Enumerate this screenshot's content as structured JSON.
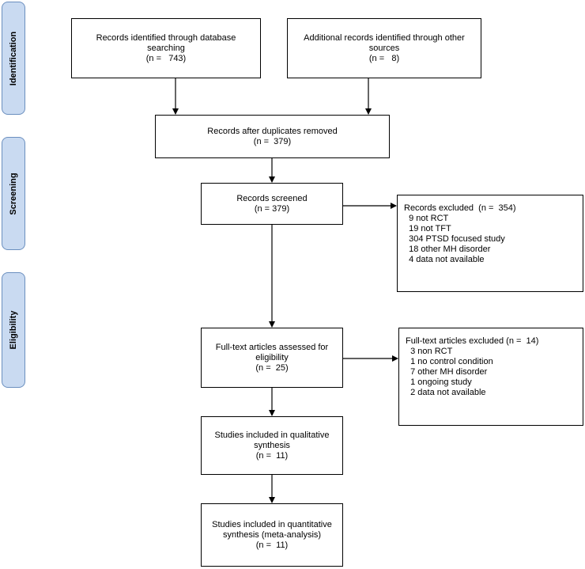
{
  "stages": {
    "identification": "Identification",
    "screening": "Screening",
    "eligibility": "Eligibility"
  },
  "boxes": {
    "db_search": [
      "Records identified through database",
      "searching",
      "(n =   743)"
    ],
    "other_sources": [
      "Additional records identified through other",
      "sources",
      "(n =   8)"
    ],
    "after_duplicates": [
      "Records after duplicates removed",
      "(n =  379)"
    ],
    "screened": [
      "Records screened",
      "(n = 379)"
    ],
    "records_excluded": [
      "Records excluded  (n =  354)",
      "  9 not RCT",
      "  19 not TFT",
      "  304 PTSD focused study",
      "  18 other MH disorder",
      "  4 data not available"
    ],
    "fulltext_assessed": [
      "Full-text articles assessed for",
      "eligibility",
      "(n =  25)"
    ],
    "fulltext_excluded": [
      "Full-text articles excluded (n =  14)",
      "  3 non RCT",
      "  1 no control condition",
      "  7 other MH disorder",
      "  1 ongoing study",
      "  2 data not available"
    ],
    "qualitative": [
      "Studies included in qualitative",
      "synthesis",
      "(n =  11)"
    ],
    "quantitative": [
      "Studies included in quantitative",
      "synthesis (meta-analysis)",
      "(n =  11)"
    ]
  }
}
